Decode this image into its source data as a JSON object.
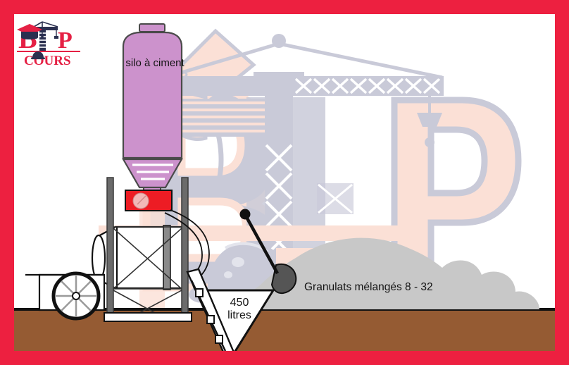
{
  "page": {
    "title": "Schéma centrale à béton - silo à ciment et granulats",
    "border_color": "#ED2040",
    "background_color": "#ffffff"
  },
  "logo": {
    "name": "BTP Cours",
    "line1": "BTP",
    "letter_b": "B",
    "letter_t": "T",
    "letter_p": "P",
    "line2": "COURS",
    "color_red": "#E52044",
    "color_navy": "#2B3050"
  },
  "watermark": {
    "letters": [
      "B",
      "T",
      "P"
    ],
    "letter_fill": "#FBE0D6",
    "letter_outline": "#C9CAD8",
    "crane_color": "#C9CAD8",
    "cap_color": "#FBE0D6",
    "helmet_color": "#C9CAD8"
  },
  "scene": {
    "ground": {
      "label": "sol",
      "color": "#955B33",
      "line_color": "#111111"
    },
    "silo": {
      "label": "silo à ciment",
      "body_color": "#CC92CC",
      "outline_color": "#4A4A4A",
      "cap_label": "silo-cap"
    },
    "dosing_unit": {
      "label": "doseur",
      "color": "#ED1C24",
      "dial_color": "#F2B8B8"
    },
    "skip": {
      "label": "450\nlitres",
      "volume": "450",
      "unit": "litres",
      "outline_color": "#111111",
      "fill_color": "#ffffff"
    },
    "aggregate_pile": {
      "label": "Granulats mélangés 8 - 32",
      "material": "Granulats mélangés",
      "size_range": "8 - 32",
      "color": "#C8C8C8"
    },
    "shovel": {
      "label": "pelle",
      "handle_color": "#111111",
      "blade_color": "#555555"
    },
    "mixer": {
      "label": "bétonnière",
      "drum_color": "#ffffff",
      "outline_color": "#111111"
    },
    "tower_frame": {
      "label": "structure support silo",
      "color": "#6B6B6B"
    }
  }
}
